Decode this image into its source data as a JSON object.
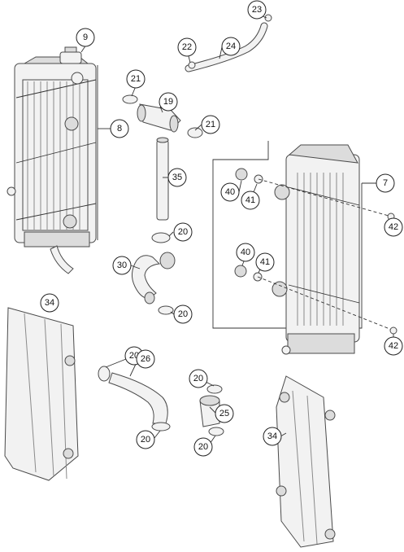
{
  "callouts": [
    {
      "id": "c9",
      "label": "9"
    },
    {
      "id": "c8",
      "label": "8"
    },
    {
      "id": "c23",
      "label": "23"
    },
    {
      "id": "c22",
      "label": "22"
    },
    {
      "id": "c24",
      "label": "24"
    },
    {
      "id": "c21a",
      "label": "21"
    },
    {
      "id": "c19",
      "label": "19"
    },
    {
      "id": "c21b",
      "label": "21"
    },
    {
      "id": "c35",
      "label": "35"
    },
    {
      "id": "c20a",
      "label": "20"
    },
    {
      "id": "c30",
      "label": "30"
    },
    {
      "id": "c20b",
      "label": "20"
    },
    {
      "id": "c7",
      "label": "7"
    },
    {
      "id": "c40a",
      "label": "40"
    },
    {
      "id": "c41a",
      "label": "41"
    },
    {
      "id": "c42a",
      "label": "42"
    },
    {
      "id": "c40b",
      "label": "40"
    },
    {
      "id": "c41b",
      "label": "41"
    },
    {
      "id": "c42b",
      "label": "42"
    },
    {
      "id": "c34a",
      "label": "34"
    },
    {
      "id": "c20c",
      "label": "20"
    },
    {
      "id": "c26",
      "label": "26"
    },
    {
      "id": "c20d",
      "label": "20"
    },
    {
      "id": "c25",
      "label": "25"
    },
    {
      "id": "c20e",
      "label": "20"
    },
    {
      "id": "c20f",
      "label": "20"
    },
    {
      "id": "c34b",
      "label": "34"
    }
  ]
}
